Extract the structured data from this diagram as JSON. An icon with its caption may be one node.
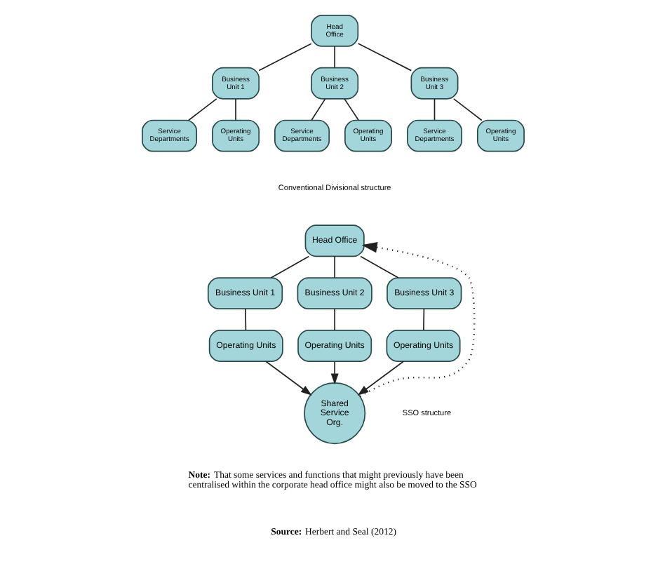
{
  "diagram": {
    "nodes": [
      {
        "text": [
          "Head Office"
        ]
      },
      {
        "text": [
          "Business Unit 1"
        ]
      },
      {
        "text": [
          "Business Unit 2"
        ]
      },
      {
        "text": [
          "Business Unit 3"
        ]
      },
      {
        "text": [
          "Service Departments"
        ]
      },
      {
        "text": [
          "Operating Units"
        ]
      },
      {
        "text": [
          "Service Departments"
        ]
      },
      {
        "text": [
          "Operating Units"
        ]
      },
      {
        "text": [
          "Service Departments"
        ]
      },
      {
        "text": [
          "Operating Units"
        ]
      },
      {
        "text": [
          "Head Office"
        ]
      },
      {
        "text": [
          "Business Unit 1"
        ]
      },
      {
        "text": [
          "Business Unit 2"
        ]
      },
      {
        "text": [
          "Business Unit 3"
        ]
      },
      {
        "text": [
          "Operating Units"
        ]
      },
      {
        "text": [
          "Operating Units"
        ]
      },
      {
        "text": [
          "Operating Units"
        ]
      },
      {
        "text": [
          "Shared Service Org."
        ]
      }
    ],
    "edges": [
      {
        "from": 0,
        "to": 1,
        "arrow": "none"
      },
      {
        "from": 0,
        "to": 2,
        "arrow": "none"
      },
      {
        "from": 0,
        "to": 3,
        "arrow": "none"
      },
      {
        "from": 1,
        "to": 4,
        "arrow": "none"
      },
      {
        "from": 1,
        "to": 5,
        "arrow": "none"
      },
      {
        "from": 2,
        "to": 6,
        "arrow": "none"
      },
      {
        "from": 2,
        "to": 7,
        "arrow": "none"
      },
      {
        "from": 3,
        "to": 8,
        "arrow": "none"
      },
      {
        "from": 3,
        "to": 9,
        "arrow": "none"
      },
      {
        "from": 10,
        "to": 11,
        "arrow": "none"
      },
      {
        "from": 10,
        "to": 12,
        "arrow": "none"
      },
      {
        "from": 10,
        "to": 13,
        "arrow": "none"
      },
      {
        "from": 11,
        "to": 14,
        "arrow": "none"
      },
      {
        "from": 12,
        "to": 15,
        "arrow": "none"
      },
      {
        "from": 13,
        "to": 16,
        "arrow": "none"
      },
      {
        "from": 14,
        "to": 17,
        "arrow": "to"
      },
      {
        "from": 15,
        "to": 17,
        "arrow": "to"
      },
      {
        "from": 16,
        "to": 17,
        "arrow": "to"
      },
      {
        "from": 17,
        "to": 10,
        "arrow": "to",
        "style": "dashed"
      }
    ],
    "labels": [
      "Conventional Divisional structure",
      "SSO structure",
      "**Note:** That some services and functions that might previously have been centralised within the corporate head office might also be moved to the SSO",
      "**Source:** Herbert and Seal (2012)"
    ]
  }
}
